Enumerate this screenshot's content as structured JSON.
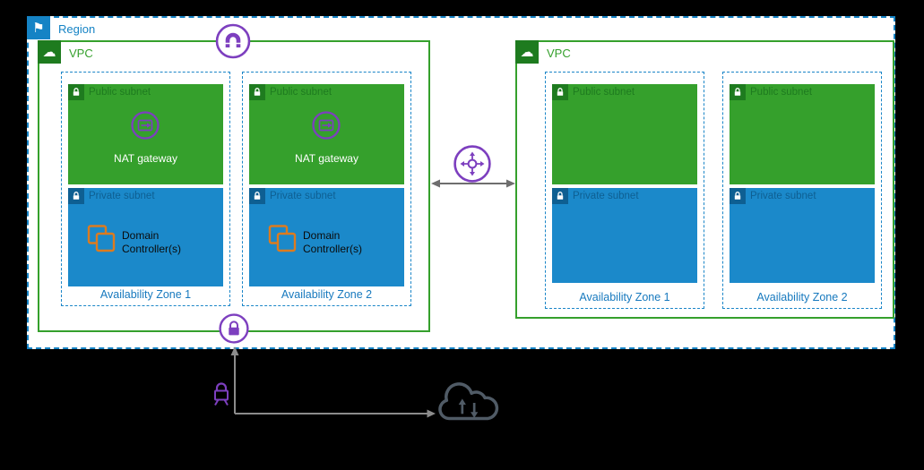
{
  "region": {
    "label": "Region"
  },
  "left_vpc": {
    "label": "VPC",
    "azs": [
      {
        "label": "Availability Zone 1",
        "public_subnet": {
          "label": "Public subnet",
          "resource": "NAT gateway"
        },
        "private_subnet": {
          "label": "Private subnet",
          "resource": "Domain Controller(s)"
        }
      },
      {
        "label": "Availability Zone 2",
        "public_subnet": {
          "label": "Public subnet",
          "resource": "NAT gateway"
        },
        "private_subnet": {
          "label": "Private subnet",
          "resource": "Domain Controller(s)"
        }
      }
    ]
  },
  "right_vpc": {
    "label": "VPC",
    "azs": [
      {
        "label": "Availability Zone 1",
        "public_subnet": {
          "label": "Public subnet"
        },
        "private_subnet": {
          "label": "Private subnet"
        }
      },
      {
        "label": "Availability Zone 2",
        "public_subnet": {
          "label": "Public subnet"
        },
        "private_subnet": {
          "label": "Private subnet"
        }
      }
    ]
  },
  "icons": {
    "region_flag": "flag-icon",
    "vpc_cloud": "cloud-icon",
    "subnet_lock": "lock-icon",
    "gateway_top": "internet-gateway-icon",
    "gateway_bottom": "vpn-gateway-lock-icon",
    "between_vpcs": "transit-gateway-icon",
    "nat": "nat-gateway-icon",
    "domain_controllers": "domain-controllers-icon",
    "vpn_connection": "vpn-connection-icon",
    "internet": "internet-cloud-icon"
  },
  "colors": {
    "background": "#000000",
    "blue": "#1583C5",
    "green": "#35A02C",
    "green_dark": "#1E7B1F",
    "subnet_blue": "#1B89CA",
    "subnet_blue_dark": "#0E5F92",
    "purple": "#7D3FBF",
    "orange": "#DD7B1E",
    "slate": "#505B66"
  }
}
